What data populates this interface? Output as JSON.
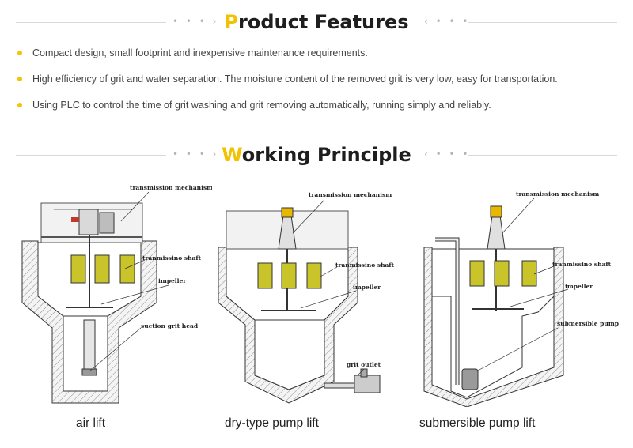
{
  "product_features": {
    "title_first": "P",
    "title_rest": "roduct Features",
    "items": [
      "Compact design, small footprint and inexpensive maintenance requirements.",
      "High efficiency of grit and water separation. The moisture content of the removed grit is very low, easy for transportation.",
      "Using PLC to control the time of grit washing and grit removing automatically, running simply and reliably."
    ]
  },
  "working_principle": {
    "title_first": "W",
    "title_rest": "orking Principle",
    "diagrams": [
      {
        "caption": "air lift",
        "labels": {
          "transmission": "transmission mechanism",
          "shaft": "tranmissino shaft",
          "impeller": "impeller",
          "extra": "suction grit head"
        }
      },
      {
        "caption": "dry-type pump lift",
        "labels": {
          "transmission": "transmission mechanism",
          "shaft": "tranmissino shaft",
          "impeller": "impeller",
          "extra": "grit outlet"
        }
      },
      {
        "caption": "submersible pump lift",
        "labels": {
          "transmission": "transmission mechanism",
          "shaft": "tranmissino shaft",
          "impeller": "impeller",
          "extra": "submersible pump"
        }
      }
    ]
  },
  "colors": {
    "accent": "#f5c400",
    "blade": "#c8c42a",
    "hatch": "#9a9a9a"
  }
}
